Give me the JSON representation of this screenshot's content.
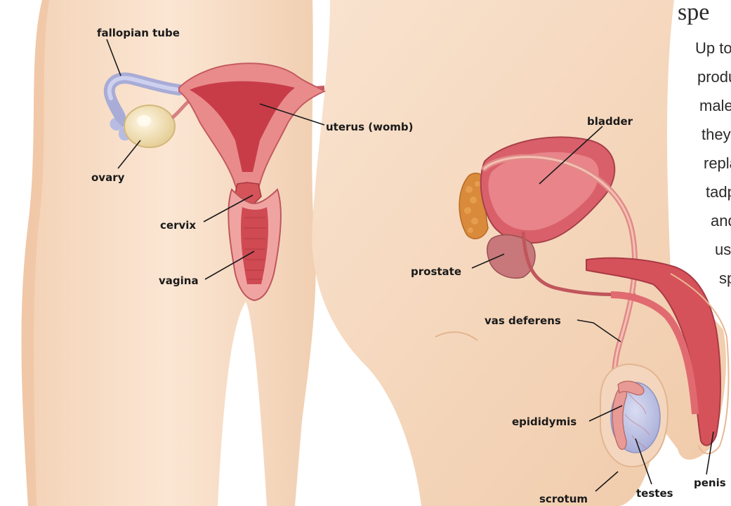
{
  "heading_fragment": "spe",
  "side_text_fragments": [
    "Up to",
    "produ",
    "male",
    "they",
    "repla",
    "tadp",
    "and",
    "us",
    "sp"
  ],
  "labels": {
    "fallopian_tube": "fallopian tube",
    "uterus": "uterus (womb)",
    "ovary": "ovary",
    "cervix": "cervix",
    "vagina": "vagina",
    "bladder": "bladder",
    "prostate": "prostate",
    "vas_deferens": "vas deferens",
    "epididymis": "epididymis",
    "scrotum": "scrotum",
    "testes": "testes",
    "penis": "penis"
  },
  "colors": {
    "skin": "#f7dcc4",
    "skin_shadow": "#efc9a9",
    "organ": "#d4545a",
    "organ_dark": "#b83a44",
    "tube": "#b9bde0",
    "prostate": "#d98a3a"
  }
}
